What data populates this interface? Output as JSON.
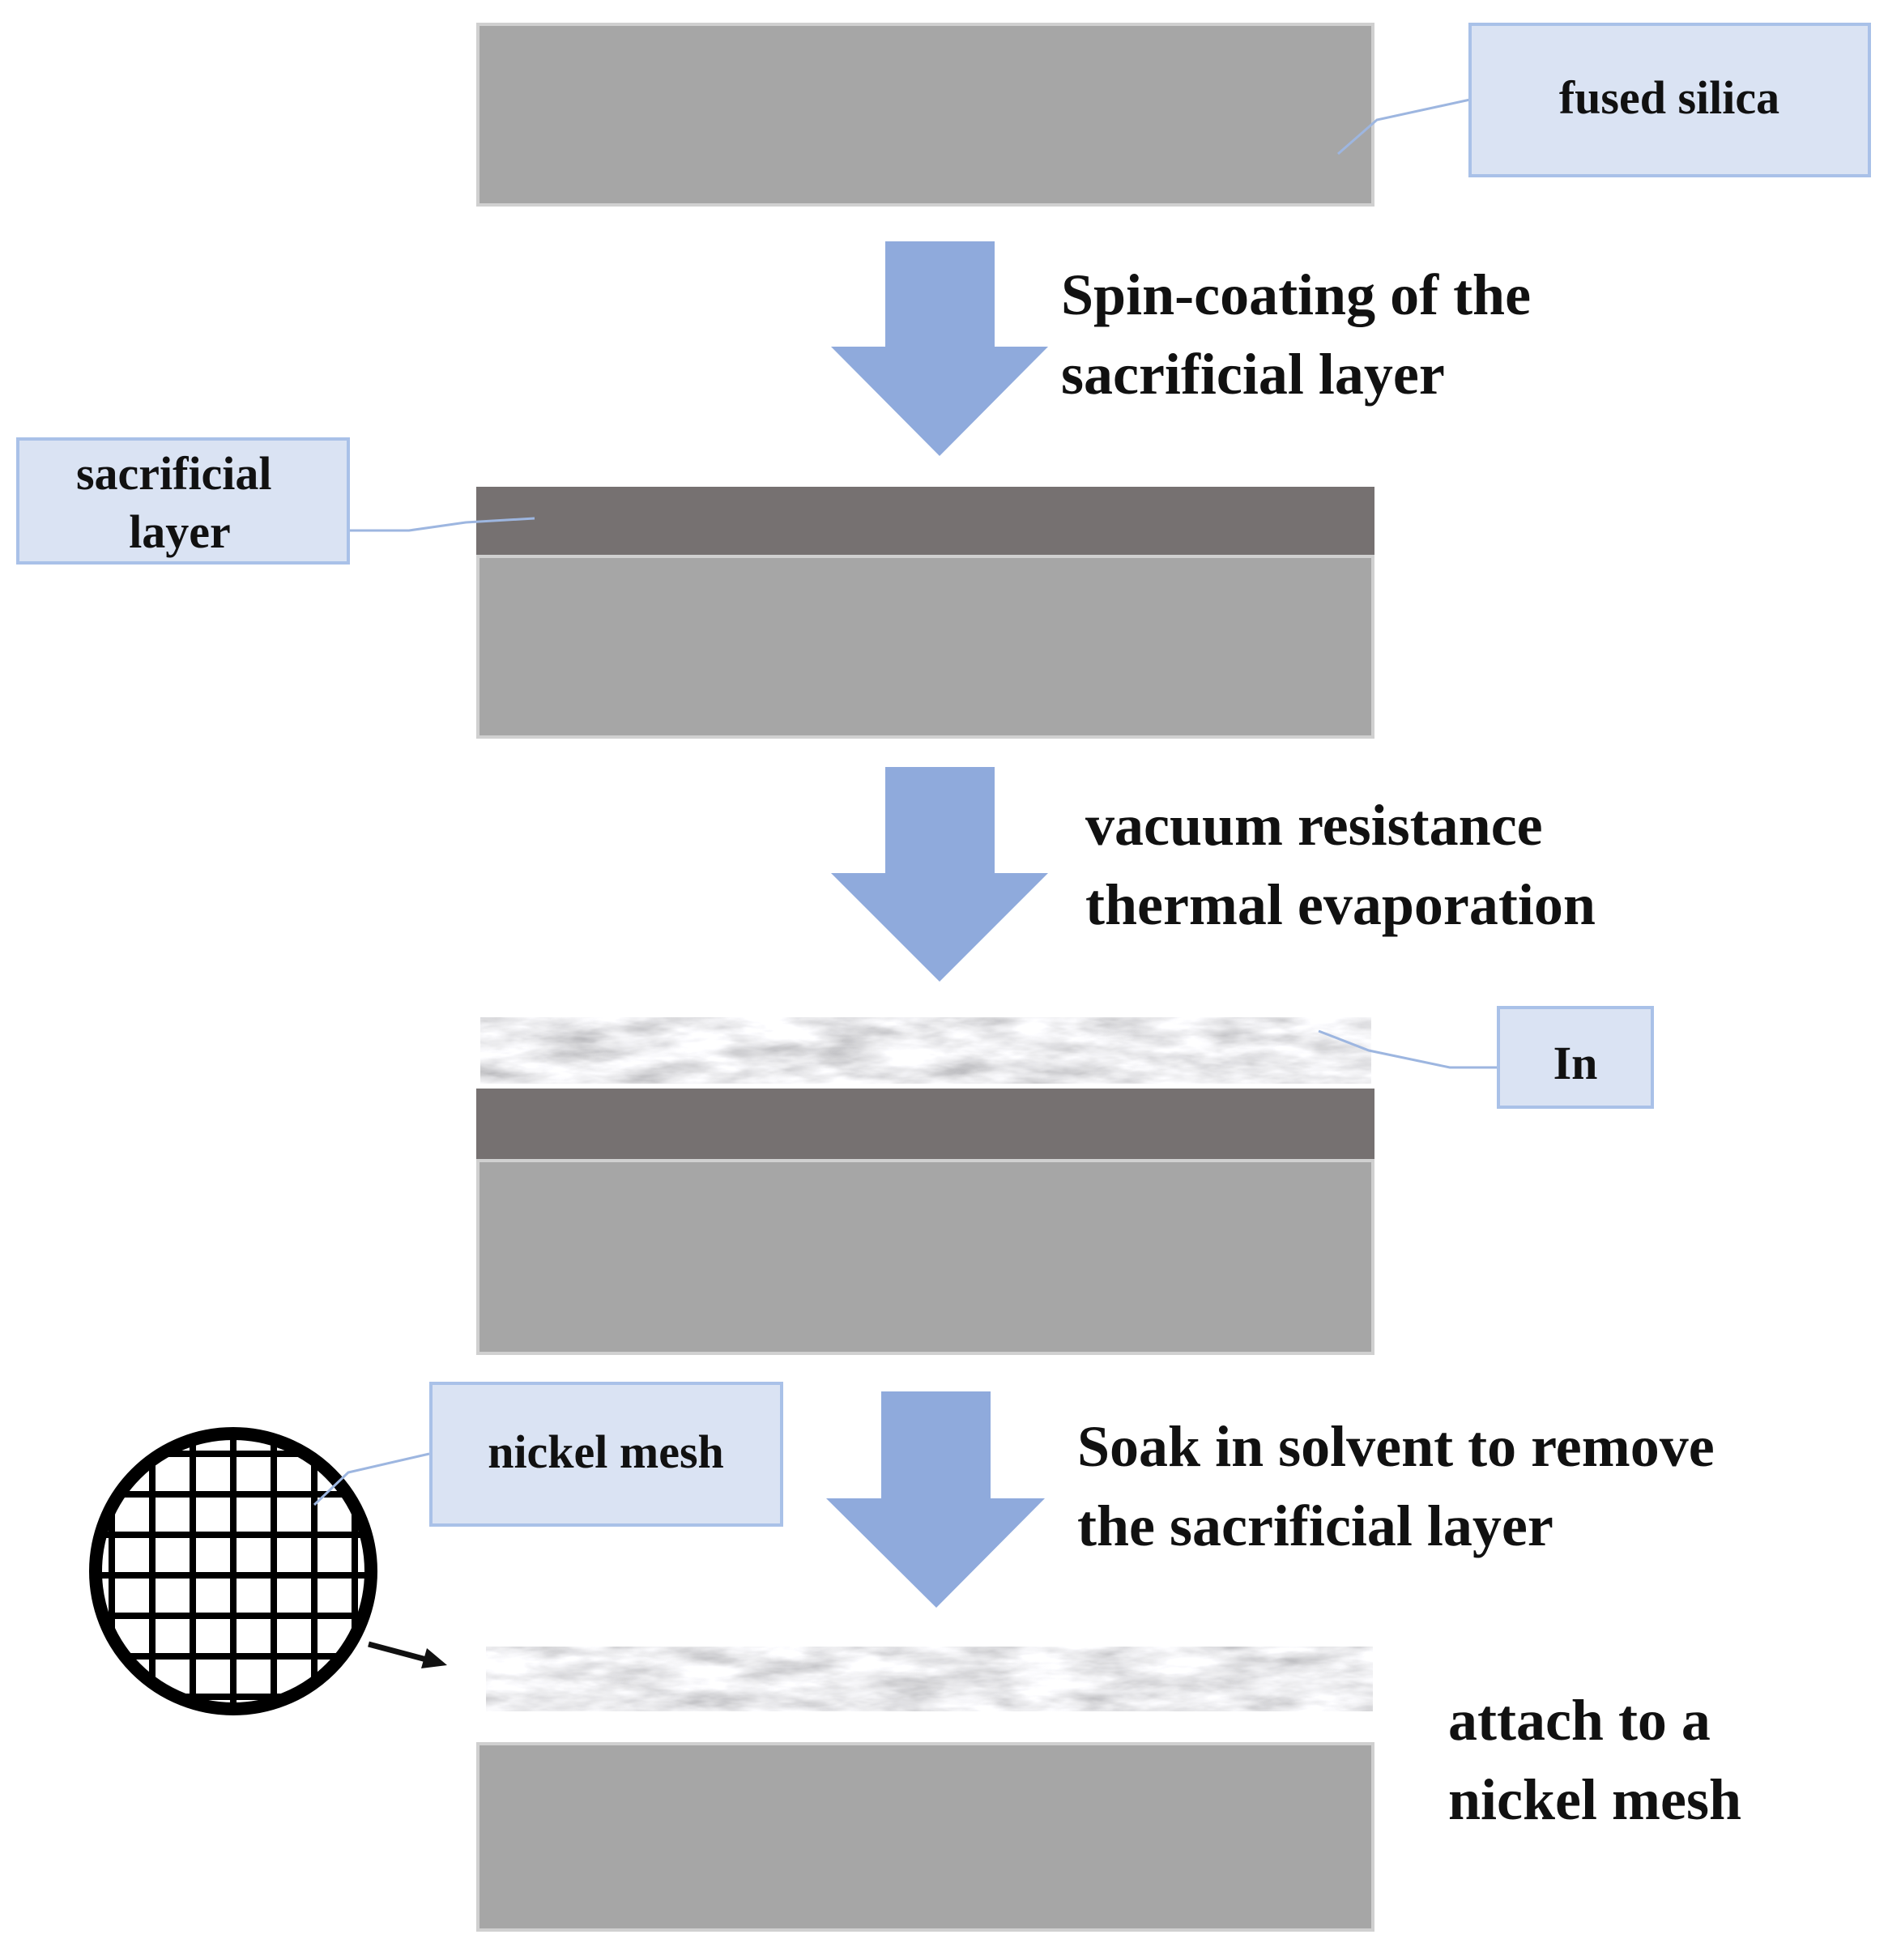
{
  "labels": {
    "fused_silica": "fused silica",
    "sacrificial_layer": [
      "sacrificial",
      "layer"
    ],
    "indium": "In",
    "nickel_mesh": "nickel mesh"
  },
  "steps": {
    "step1": [
      "Spin-coating of the",
      "sacrificial layer"
    ],
    "step2": [
      "vacuum resistance",
      "thermal evaporation"
    ],
    "step3": [
      "Soak in solvent to remove",
      "the sacrificial layer"
    ],
    "step4": [
      "attach to a",
      "nickel mesh"
    ]
  },
  "colors": {
    "substrate": "#a6a6a6",
    "sacrificial": "#767171",
    "arrow": "#8faadc",
    "callout_fill": "#dae3f3",
    "callout_border": "#a9c1e8",
    "leader": "#9db6e0",
    "indium_base": "#e4e4e4"
  }
}
